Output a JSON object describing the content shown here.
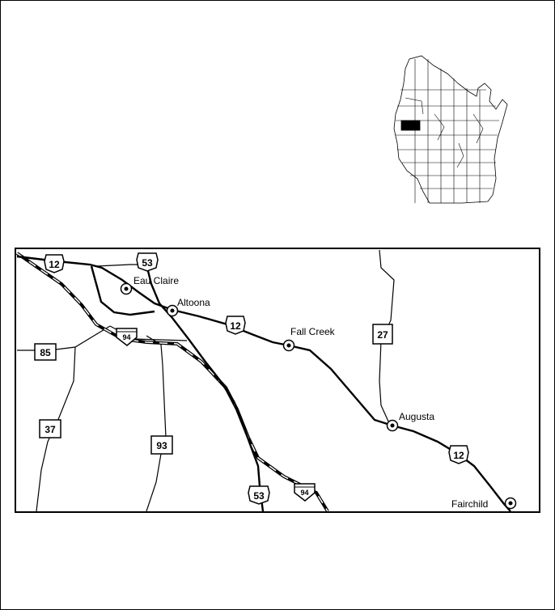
{
  "map": {
    "colors": {
      "ink": "#000000",
      "highlight_county": "#000000",
      "interstate_gap": "#ffffff"
    },
    "locator": {
      "highlighted_county": "Eau Claire"
    },
    "cities": [
      {
        "id": "eau-claire",
        "label": "Eau Claire"
      },
      {
        "id": "altoona",
        "label": "Altoona"
      },
      {
        "id": "fall-creek",
        "label": "Fall Creek"
      },
      {
        "id": "augusta",
        "label": "Augusta"
      },
      {
        "id": "fairchild",
        "label": "Fairchild"
      }
    ],
    "shields": {
      "us12_a": "12",
      "us53_a": "53",
      "us12_b": "12",
      "us12_c": "12",
      "us53_b": "53",
      "wi85": "85",
      "wi37": "37",
      "wi93": "93",
      "wi27": "27",
      "i94_a": "94",
      "i94_b": "94"
    }
  }
}
